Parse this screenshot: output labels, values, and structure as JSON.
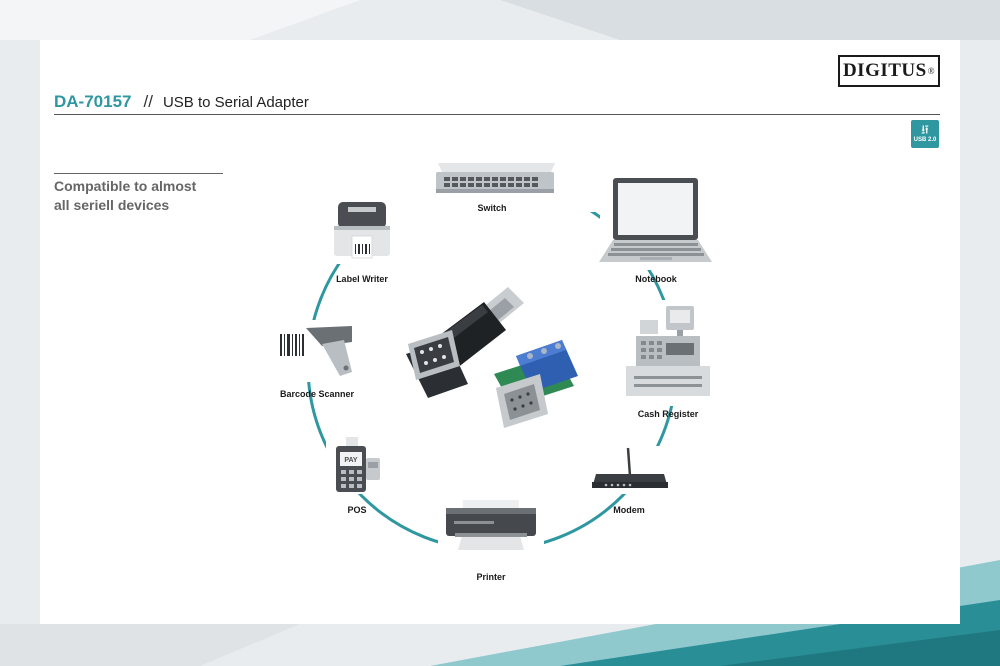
{
  "brand": {
    "logo": "DIGITUS",
    "registered": "®"
  },
  "header": {
    "model": "DA-70157",
    "separator": "//",
    "product": "USB to Serial Adapter"
  },
  "usb_badge": {
    "symbol": "⭿",
    "label": "USB 2.0"
  },
  "tagline": {
    "line1": "Compatible to almost",
    "line2": "all seriell devices"
  },
  "devices": {
    "switch": "Switch",
    "notebook": "Notebook",
    "cash_register": "Cash Register",
    "modem": "Modem",
    "printer": "Printer",
    "pos": "POS",
    "barcode_scanner": "Barcode Scanner",
    "label_writer": "Label Writer"
  },
  "pos_screen": "PAY",
  "colors": {
    "accent": "#2e97a0",
    "teal_dark": "#2a8e97",
    "background": "#e9ecef"
  }
}
